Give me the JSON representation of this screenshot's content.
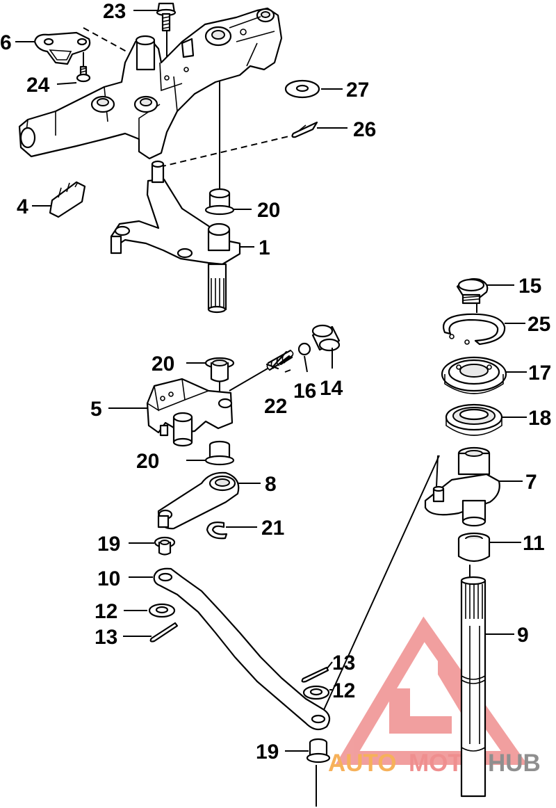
{
  "labels": {
    "p1": "1",
    "p4": "4",
    "p5": "5",
    "p6": "6",
    "p7": "7",
    "p8": "8",
    "p9": "9",
    "p10": "10",
    "p11": "11",
    "p12a": "12",
    "p12b": "12",
    "p13a": "13",
    "p13b": "13",
    "p14": "14",
    "p15": "15",
    "p16": "16",
    "p17": "17",
    "p18": "18",
    "p19a": "19",
    "p19b": "19",
    "p20a": "20",
    "p20b": "20",
    "p20c": "20",
    "p21": "21",
    "p22": "22",
    "p23": "23",
    "p24": "24",
    "p25": "25",
    "p26": "26",
    "p27": "27"
  },
  "watermark": {
    "part1": "AUTO",
    "part2": "MOTO",
    "part3": "HUB",
    "color_orange": "#f6b15a",
    "color_red": "#ef8f8f",
    "color_gray": "#8f8f8f"
  }
}
